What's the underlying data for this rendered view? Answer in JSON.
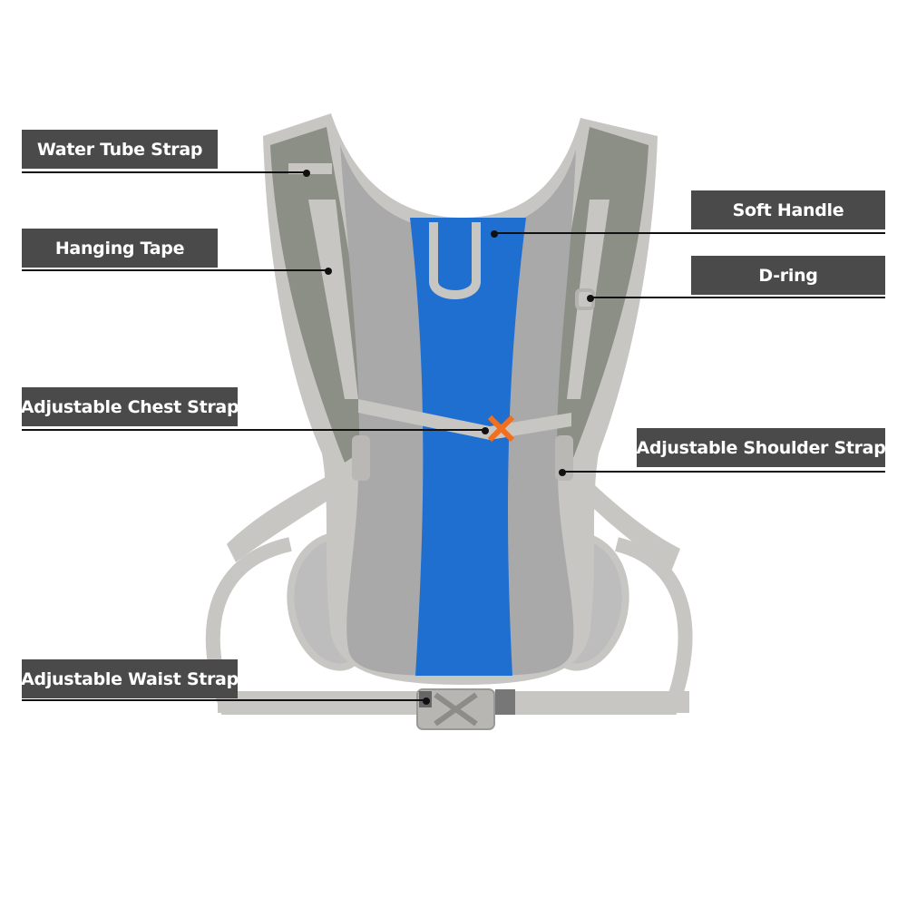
{
  "labels": {
    "water_tube_strap": "Water Tube Strap",
    "hanging_tape": "Hanging Tape",
    "adjustable_chest_strap": "Adjustable Chest Strap",
    "adjustable_waist_strap": "Adjustable Waist Strap",
    "soft_handle": "Soft Handle",
    "d_ring": "D-ring",
    "adjustable_shoulder_strap": "Adjustable Shoulder Strap"
  },
  "colors": {
    "label_bg": "#4a4a4a",
    "label_text": "#ffffff",
    "leader_line": "#111111",
    "backpack_blue": "#1f6fd0",
    "mesh_gray": "#a9a9a9",
    "trim_gray": "#c8c6c3",
    "shoulder_olive": "#8c8f86",
    "buckle_orange": "#f07020"
  }
}
